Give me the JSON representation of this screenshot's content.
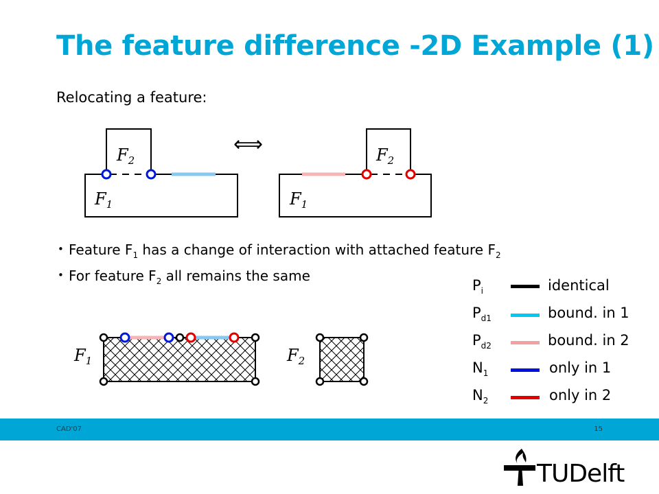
{
  "slide": {
    "title": "The feature difference -2D Example (1)",
    "subtitle": "Relocating a feature:"
  },
  "figure": {
    "left_f1": "F",
    "left_f1_sub": "1",
    "left_f2": "F",
    "left_f2_sub": "2",
    "right_f1": "F",
    "right_f1_sub": "1",
    "right_f2": "F",
    "right_f2_sub": "2",
    "equiv_symbol": "⟺",
    "bottom_f1": "F",
    "bottom_f1_sub": "1",
    "bottom_f2": "F",
    "bottom_f2_sub": "2"
  },
  "bullets": {
    "b1_a": "Feature F",
    "b1_sub1": "1",
    "b1_b": " has a change of interaction with attached feature F",
    "b1_sub2": "2",
    "b2_a": "For feature F",
    "b2_sub": "2",
    "b2_b": " all remains the same"
  },
  "legend": [
    {
      "sym": "P",
      "sub": "i",
      "label": "identical",
      "color": "#000000"
    },
    {
      "sym": "P",
      "sub": "d1",
      "label": "bound. in 1",
      "color": "#00c8f0"
    },
    {
      "sym": "P",
      "sub": "d2",
      "label": "bound. in 2",
      "color": "#f5a0a0"
    },
    {
      "sym": "N",
      "sub": "1",
      "label": "only in 1",
      "color": "#0010e0"
    },
    {
      "sym": "N",
      "sub": "2",
      "label": "only in 2",
      "color": "#e00000"
    }
  ],
  "footer": {
    "left": "CAD'07",
    "right": "15"
  },
  "logo": {
    "text": "TUDelft",
    "color": "#00a6d6"
  }
}
